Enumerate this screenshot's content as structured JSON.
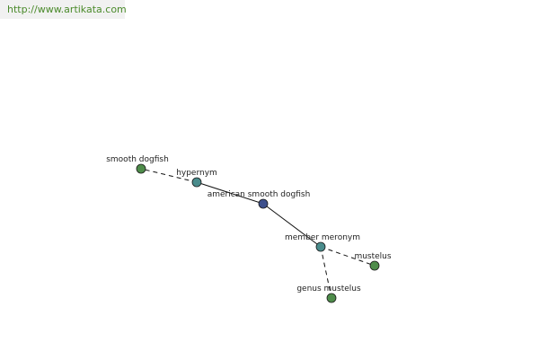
{
  "header": {
    "url_text": "http://www.artikata.com"
  },
  "graph": {
    "nodes": [
      {
        "id": "american-smooth-dogfish",
        "label": "american smooth dogfish",
        "kind": "center",
        "color": "#3d4f8c"
      },
      {
        "id": "hypernym",
        "label": "hypernym",
        "kind": "relation",
        "color": "#4a8c8c"
      },
      {
        "id": "smooth-dogfish",
        "label": "smooth dogfish",
        "kind": "term",
        "color": "#4e8c4a"
      },
      {
        "id": "member-meronym",
        "label": "member meronym",
        "kind": "relation",
        "color": "#4a8c8c"
      },
      {
        "id": "mustelus",
        "label": "mustelus",
        "kind": "term",
        "color": "#4e8c4a"
      },
      {
        "id": "genus-mustelus",
        "label": "genus mustelus",
        "kind": "term",
        "color": "#4e8c4a"
      }
    ],
    "edges": [
      {
        "from": "american-smooth-dogfish",
        "to": "hypernym",
        "style": "solid"
      },
      {
        "from": "hypernym",
        "to": "smooth-dogfish",
        "style": "dashed"
      },
      {
        "from": "american-smooth-dogfish",
        "to": "member-meronym",
        "style": "solid"
      },
      {
        "from": "member-meronym",
        "to": "mustelus",
        "style": "dashed"
      },
      {
        "from": "member-meronym",
        "to": "genus-mustelus",
        "style": "dashed"
      }
    ]
  }
}
